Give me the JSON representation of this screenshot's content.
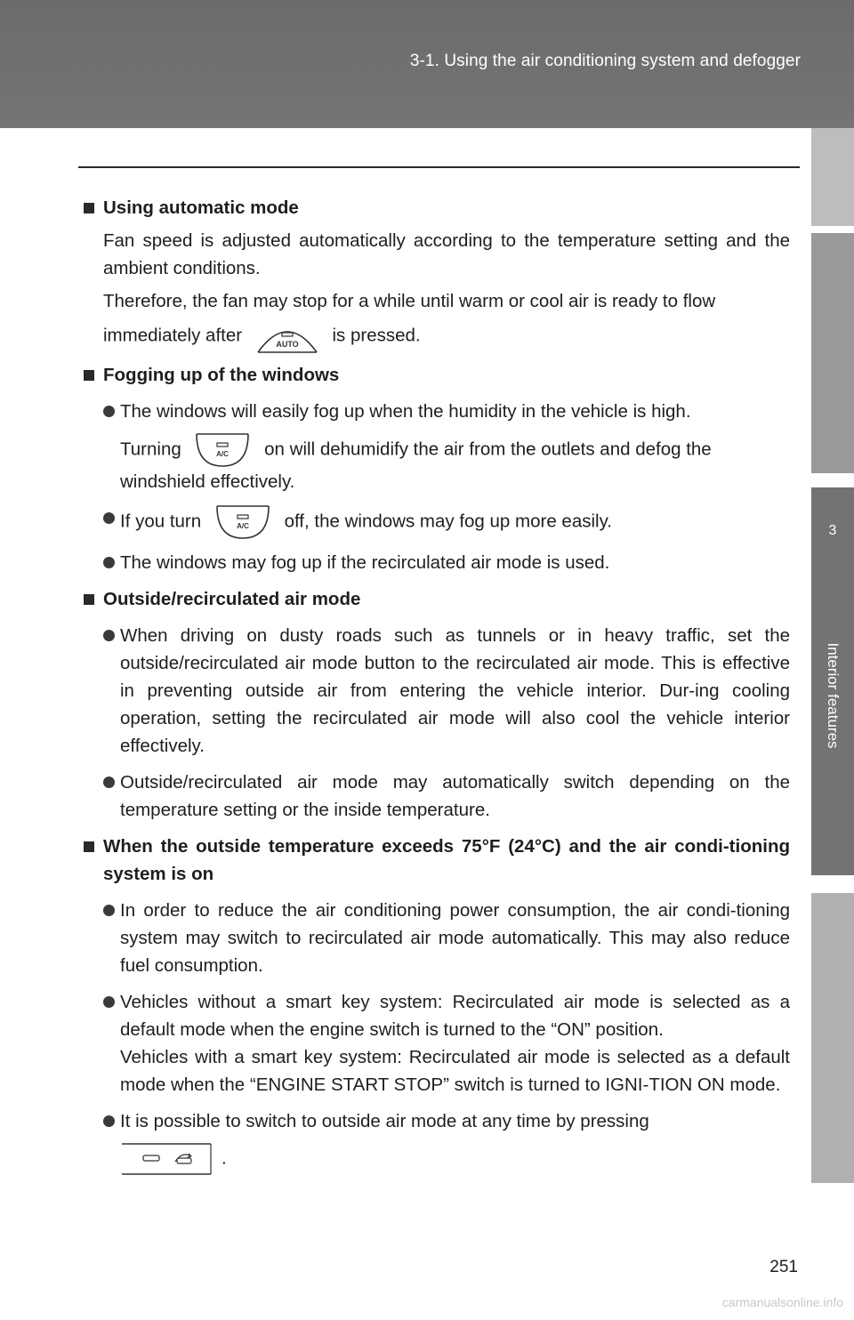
{
  "header": {
    "title": "3-1. Using the air conditioning system and defogger"
  },
  "side_tab": {
    "chapter_number": "3",
    "chapter_name": "Interior features"
  },
  "sections": {
    "auto": {
      "heading": "Using automatic mode",
      "p1": "Fan speed is adjusted automatically according to the temperature setting and the ambient conditions.",
      "p2": "Therefore, the fan may stop for a while until warm or cool air is ready to flow",
      "p3_before": "immediately after",
      "p3_after": "is pressed.",
      "button_label": "AUTO"
    },
    "fog": {
      "heading": "Fogging up of the windows",
      "b1_line1": "The windows will easily fog up when the humidity in the vehicle is high.",
      "b1_before": "Turning",
      "b1_after": "on will dehumidify the air from the outlets and defog the",
      "b1_line3": "windshield effectively.",
      "b2_before": "If you turn",
      "b2_after": "off, the windows may fog up more easily.",
      "b3": "The windows may fog up if the recirculated air mode is used.",
      "button_label": "A/C"
    },
    "recirc": {
      "heading": "Outside/recirculated air mode",
      "b1": "When driving on dusty roads such as tunnels or in heavy traffic, set the outside/recirculated air mode button to the recirculated air mode. This is effective in preventing outside air from entering the vehicle interior. Dur-ing cooling operation, setting the recirculated air mode will also cool the vehicle interior effectively.",
      "b2": "Outside/recirculated air mode may automatically switch depending on the temperature setting or the inside temperature."
    },
    "hot": {
      "heading": "When the outside temperature exceeds 75°F (24°C) and the air condi-tioning system is on",
      "b1": "In order to reduce the air conditioning power consumption, the air condi-tioning system may switch to recirculated air mode automatically. This may also reduce fuel consumption.",
      "b2a": "Vehicles without a smart key system: Recirculated air mode is selected as a default mode when the engine switch is turned to the “ON” position.",
      "b2b": "Vehicles with a smart key system: Recirculated air mode is selected as a default mode when the “ENGINE START STOP” switch is turned to IGNI-TION ON mode.",
      "b3": "It is possible to switch to outside air mode at any time by pressing",
      "b3_end": "."
    }
  },
  "footer": {
    "page_number": "251",
    "watermark": "carmanualsonline.info"
  }
}
